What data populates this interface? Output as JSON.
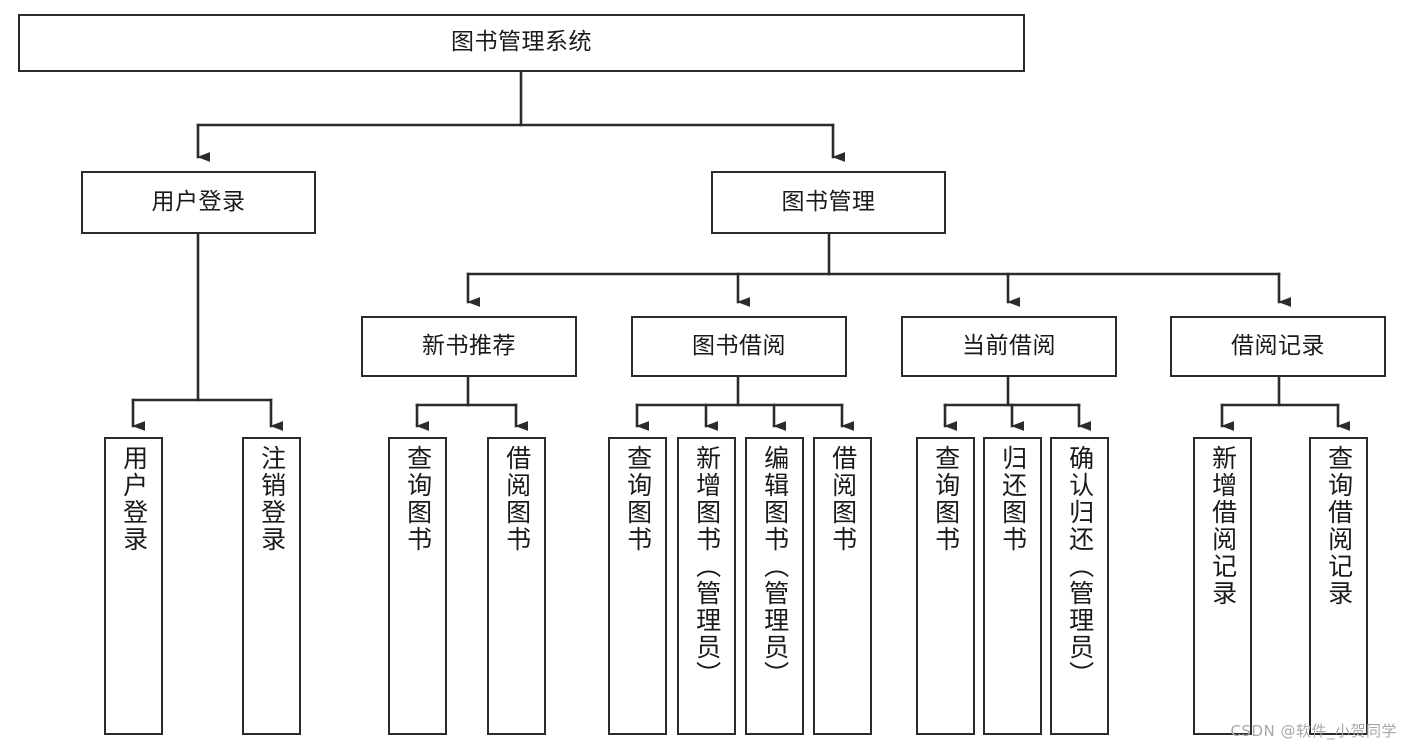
{
  "diagram": {
    "type": "tree-hierarchy",
    "title": "图书管理系统",
    "watermark": "CSDN @软件_小贺同学",
    "colors": {
      "box_stroke": "#2b2b2b",
      "box_fill": "#ffffff",
      "connector": "#2b2b2b",
      "watermark": "#a8a8a8",
      "background": "#ffffff"
    },
    "levels": {
      "root": {
        "label": "图书管理系统"
      },
      "level2": [
        {
          "label": "用户登录"
        },
        {
          "label": "图书管理"
        }
      ],
      "level3": [
        {
          "label": "新书推荐"
        },
        {
          "label": "图书借阅"
        },
        {
          "label": "当前借阅"
        },
        {
          "label": "借阅记录"
        }
      ],
      "leaves": [
        {
          "label": "用户登录",
          "parent": "用户登录"
        },
        {
          "label": "注销登录",
          "parent": "用户登录"
        },
        {
          "label": "查询图书",
          "parent": "新书推荐"
        },
        {
          "label": "借阅图书",
          "parent": "新书推荐"
        },
        {
          "label": "查询图书",
          "parent": "图书借阅"
        },
        {
          "label": "新增图书（管理员）",
          "parent": "图书借阅"
        },
        {
          "label": "编辑图书（管理员）",
          "parent": "图书借阅"
        },
        {
          "label": "借阅图书",
          "parent": "图书借阅"
        },
        {
          "label": "查询图书",
          "parent": "当前借阅"
        },
        {
          "label": "归还图书",
          "parent": "当前借阅"
        },
        {
          "label": "确认归还（管理员）",
          "parent": "当前借阅"
        },
        {
          "label": "新增借阅记录",
          "parent": "借阅记录"
        },
        {
          "label": "查询借阅记录",
          "parent": "借阅记录"
        }
      ]
    }
  }
}
